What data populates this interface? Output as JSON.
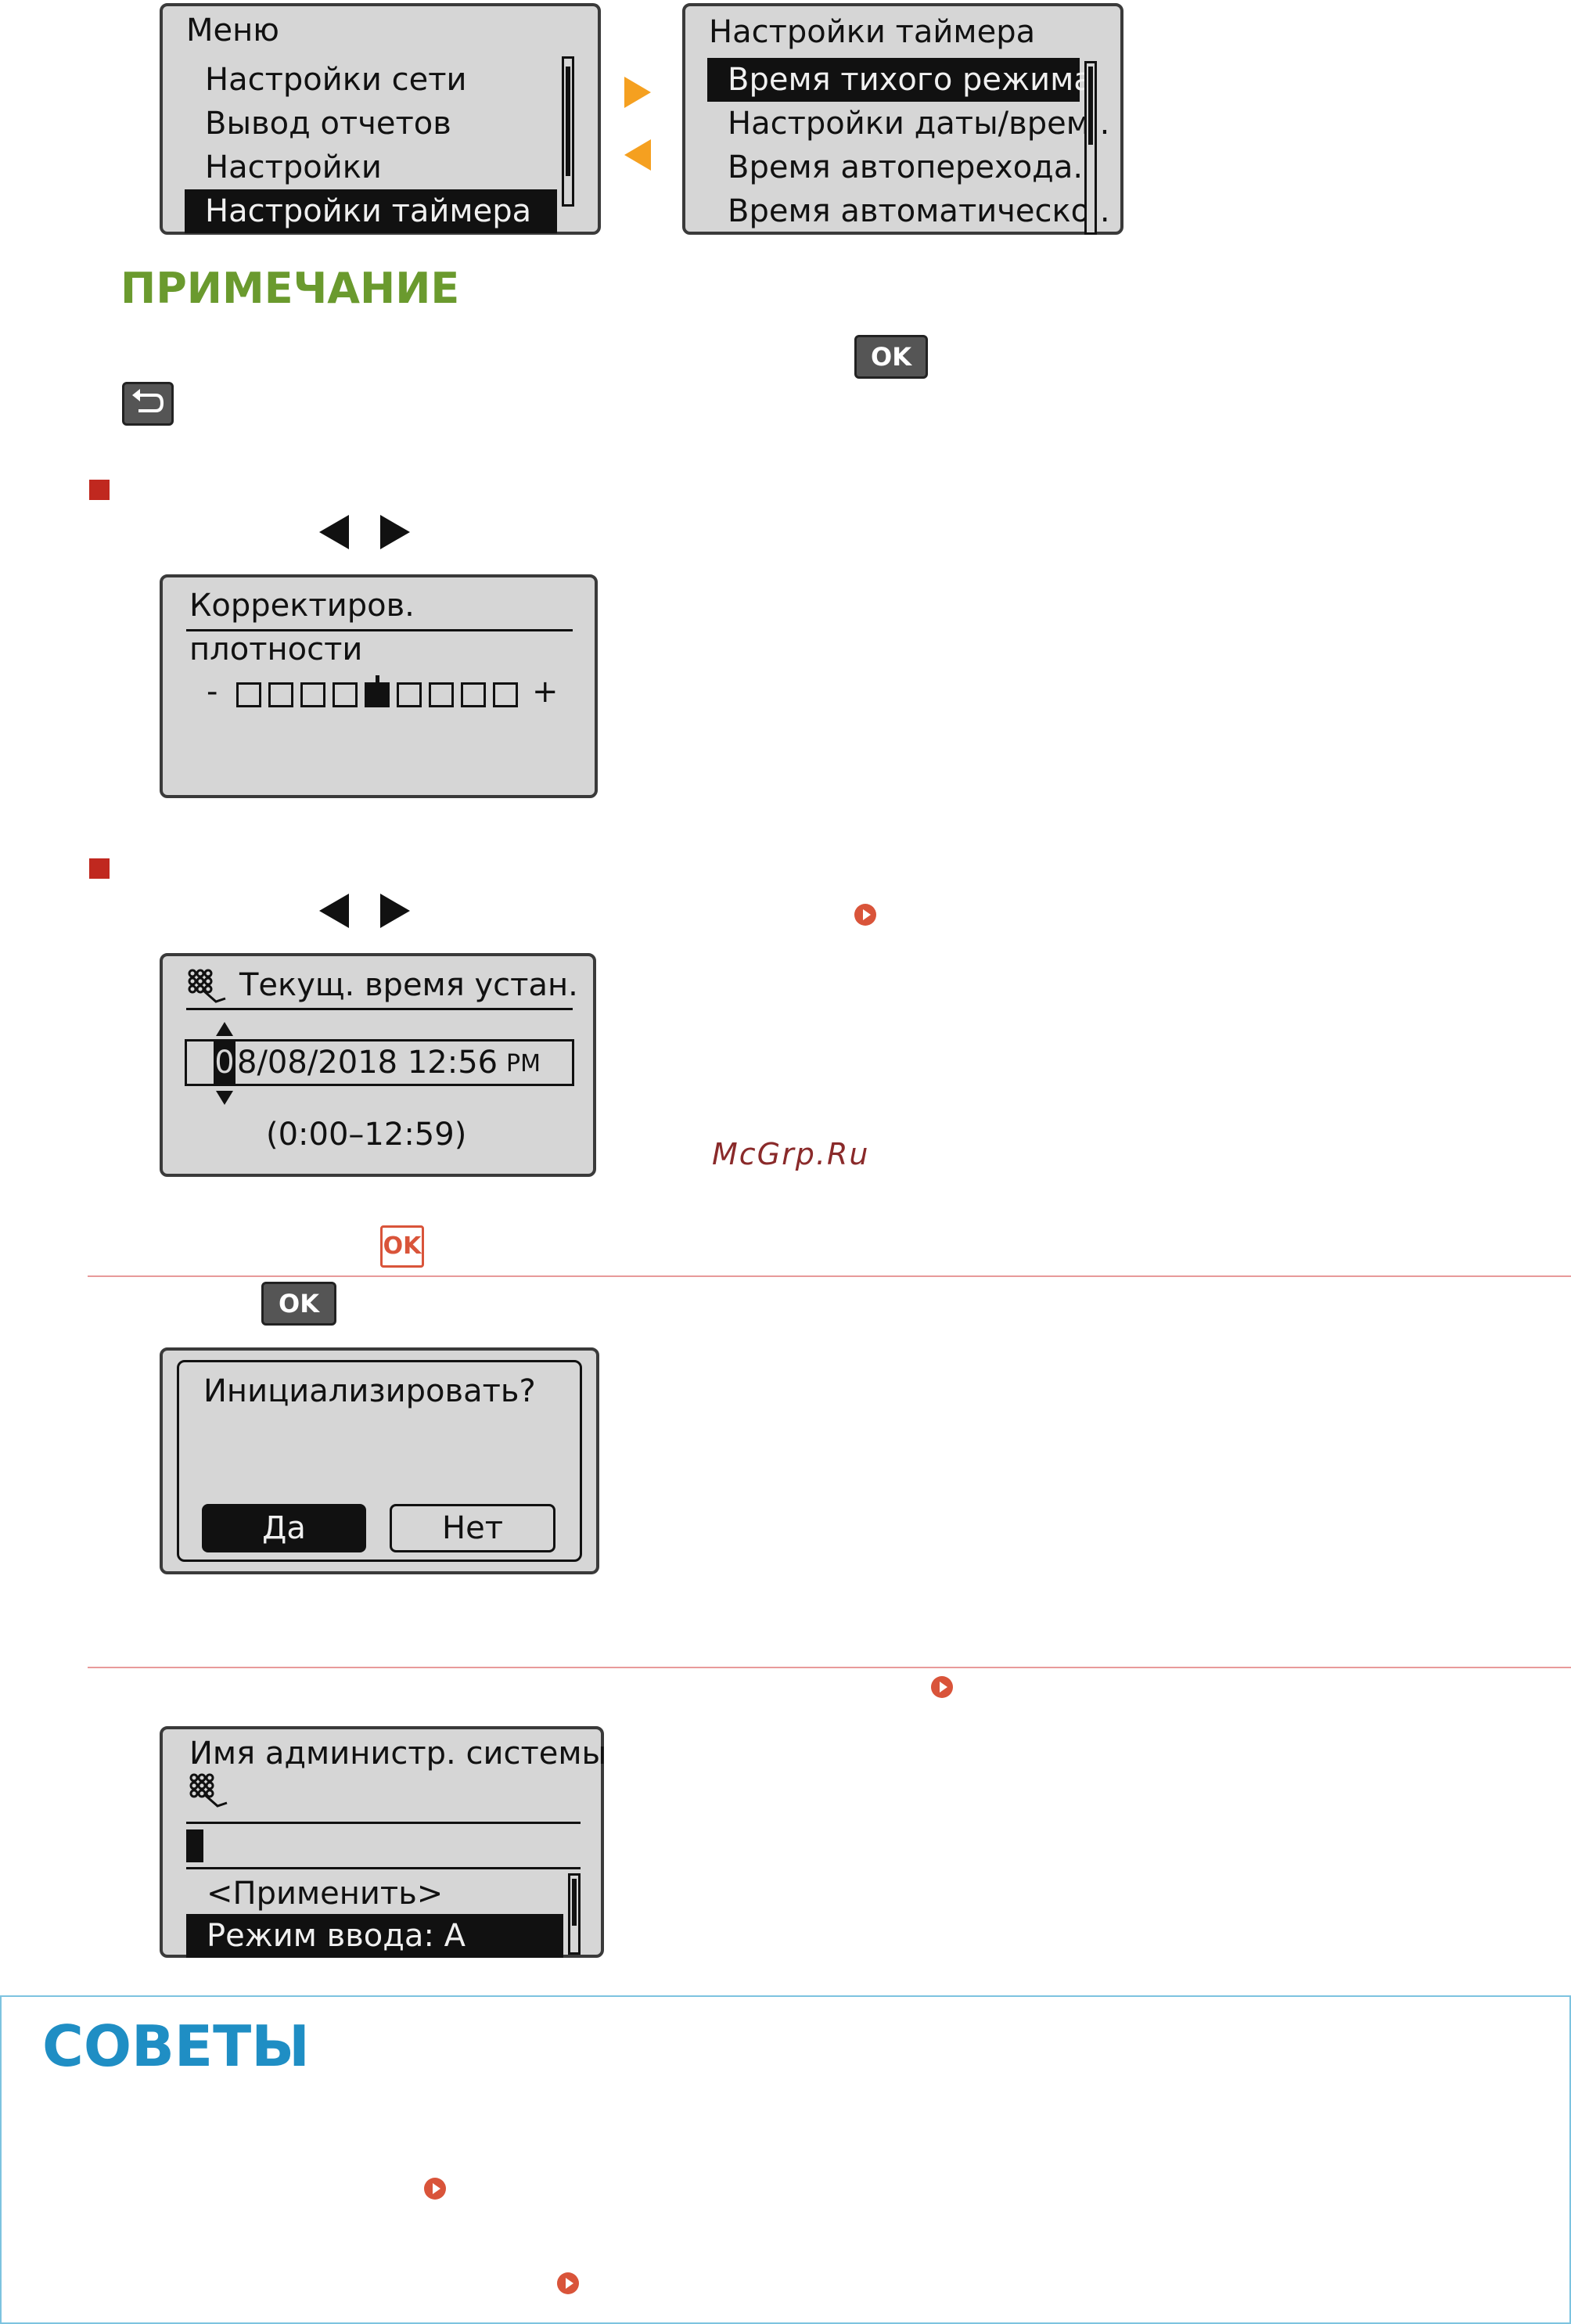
{
  "menu_screen": {
    "title": "Меню",
    "items": [
      "Настройки сети",
      "Вывод отчетов",
      "Настройки",
      "Настройки таймера"
    ]
  },
  "timer_screen": {
    "title": "Настройки таймера",
    "items": [
      "Время тихого режима",
      "Настройки даты/врем..",
      "Время автоперехода..",
      "Время автоматическо.."
    ]
  },
  "note_heading": "ПРИМЕЧАНИЕ",
  "ok_label": "OK",
  "density_screen": {
    "title": "Корректиров. плотности",
    "minus": "-",
    "plus": "+",
    "level": 5,
    "steps": 9
  },
  "time_screen": {
    "title": "Текущ. время устан.",
    "cursor_char": "0",
    "value": "8/08/2018 12:56",
    "ampm": "PM",
    "range": "(0:00–12:59)"
  },
  "watermark": "McGrp.Ru",
  "init_screen": {
    "question": "Инициализировать?",
    "yes": "Да",
    "no": "Нет"
  },
  "admin_screen": {
    "title": "Имя администр. системы",
    "items": [
      "<Применить>",
      "Режим ввода: A"
    ]
  },
  "tips_heading": "СОВЕТЫ",
  "colors": {
    "note_green": "#6a9a2e",
    "tips_blue": "#1f8ec4",
    "bullet_red": "#c0281f",
    "link_orange": "#d9543a",
    "arrow_orange": "#f5a020"
  }
}
